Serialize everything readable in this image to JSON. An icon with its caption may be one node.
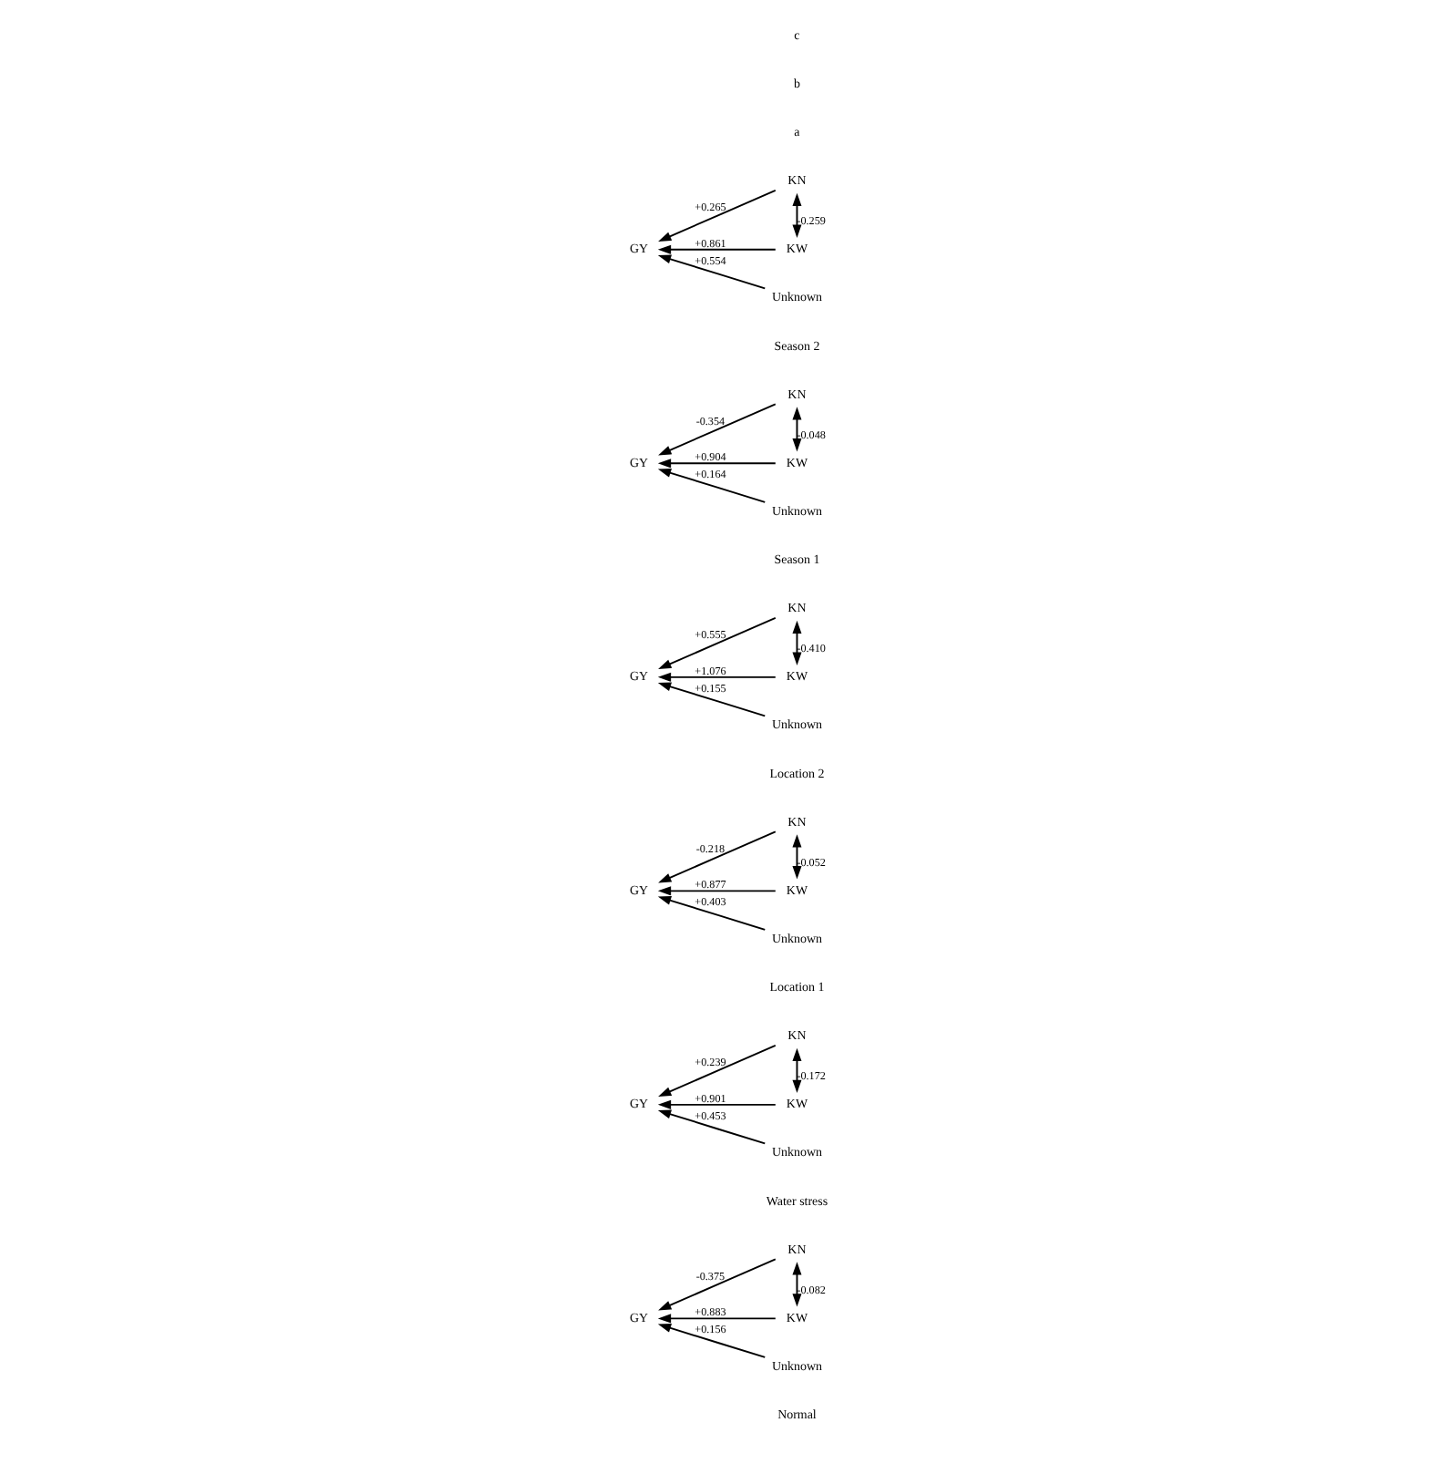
{
  "diagram": {
    "nodes": [
      {
        "text": [
          "KN"
        ]
      },
      {
        "text": [
          "GY"
        ]
      },
      {
        "text": [
          "KW"
        ]
      },
      {
        "text": [
          "Unknown"
        ]
      },
      {
        "text": [
          "KN"
        ]
      },
      {
        "text": [
          "GY"
        ]
      },
      {
        "text": [
          "KW"
        ]
      },
      {
        "text": [
          "Unknown"
        ]
      },
      {
        "text": [
          "KN"
        ]
      },
      {
        "text": [
          "GY"
        ]
      },
      {
        "text": [
          "KW"
        ]
      },
      {
        "text": [
          "Unknown"
        ]
      },
      {
        "text": [
          "KN"
        ]
      },
      {
        "text": [
          "GY"
        ]
      },
      {
        "text": [
          "KW"
        ]
      },
      {
        "text": [
          "Unknown"
        ]
      },
      {
        "text": [
          "KN"
        ]
      },
      {
        "text": [
          "GY"
        ]
      },
      {
        "text": [
          "KW"
        ]
      },
      {
        "text": [
          "Unknown"
        ]
      },
      {
        "text": [
          "KN"
        ]
      },
      {
        "text": [
          "GY"
        ]
      },
      {
        "text": [
          "KW"
        ]
      },
      {
        "text": [
          "Unknown"
        ]
      }
    ],
    "edges": [
      {
        "from": 0,
        "to": 1,
        "arrow": "to",
        "label": "-0.375"
      },
      {
        "from": 0,
        "to": 2,
        "arrow": "both",
        "label": "-0.082"
      },
      {
        "from": 2,
        "to": 1,
        "arrow": "to",
        "label": "+0.883"
      },
      {
        "from": 3,
        "to": 1,
        "arrow": "to",
        "label": "+0.156"
      },
      {
        "from": 4,
        "to": 5,
        "arrow": "to",
        "label": "+0.239"
      },
      {
        "from": 4,
        "to": 6,
        "arrow": "both",
        "label": "-0.172"
      },
      {
        "from": 6,
        "to": 5,
        "arrow": "to",
        "label": "+0.901"
      },
      {
        "from": 7,
        "to": 5,
        "arrow": "to",
        "label": "+0.453"
      },
      {
        "from": 8,
        "to": 9,
        "arrow": "to",
        "label": "-0.218"
      },
      {
        "from": 8,
        "to": 10,
        "arrow": "both",
        "label": "-0.052"
      },
      {
        "from": 10,
        "to": 9,
        "arrow": "to",
        "label": "+0.877"
      },
      {
        "from": 11,
        "to": 9,
        "arrow": "to",
        "label": "+0.403"
      },
      {
        "from": 12,
        "to": 13,
        "arrow": "to",
        "label": "+0.555"
      },
      {
        "from": 12,
        "to": 14,
        "arrow": "both",
        "label": "-0.410"
      },
      {
        "from": 14,
        "to": 13,
        "arrow": "to",
        "label": "+1.076"
      },
      {
        "from": 15,
        "to": 13,
        "arrow": "to",
        "label": "+0.155"
      },
      {
        "from": 16,
        "to": 17,
        "arrow": "to",
        "label": "-0.354"
      },
      {
        "from": 16,
        "to": 18,
        "arrow": "both",
        "label": "-0.048"
      },
      {
        "from": 18,
        "to": 17,
        "arrow": "to",
        "label": "+0.904"
      },
      {
        "from": 19,
        "to": 17,
        "arrow": "to",
        "label": "+0.164"
      },
      {
        "from": 20,
        "to": 21,
        "arrow": "to",
        "label": "+0.265"
      },
      {
        "from": 20,
        "to": 22,
        "arrow": "both",
        "label": "-0.259"
      },
      {
        "from": 22,
        "to": 21,
        "arrow": "to",
        "label": "+0.861"
      },
      {
        "from": 23,
        "to": 21,
        "arrow": "to",
        "label": "+0.554"
      }
    ],
    "labels": [
      "a",
      "Normal",
      "Water stress",
      "b",
      "Location 1",
      "Location 2",
      "c",
      "Season 1",
      "Season 2"
    ]
  }
}
